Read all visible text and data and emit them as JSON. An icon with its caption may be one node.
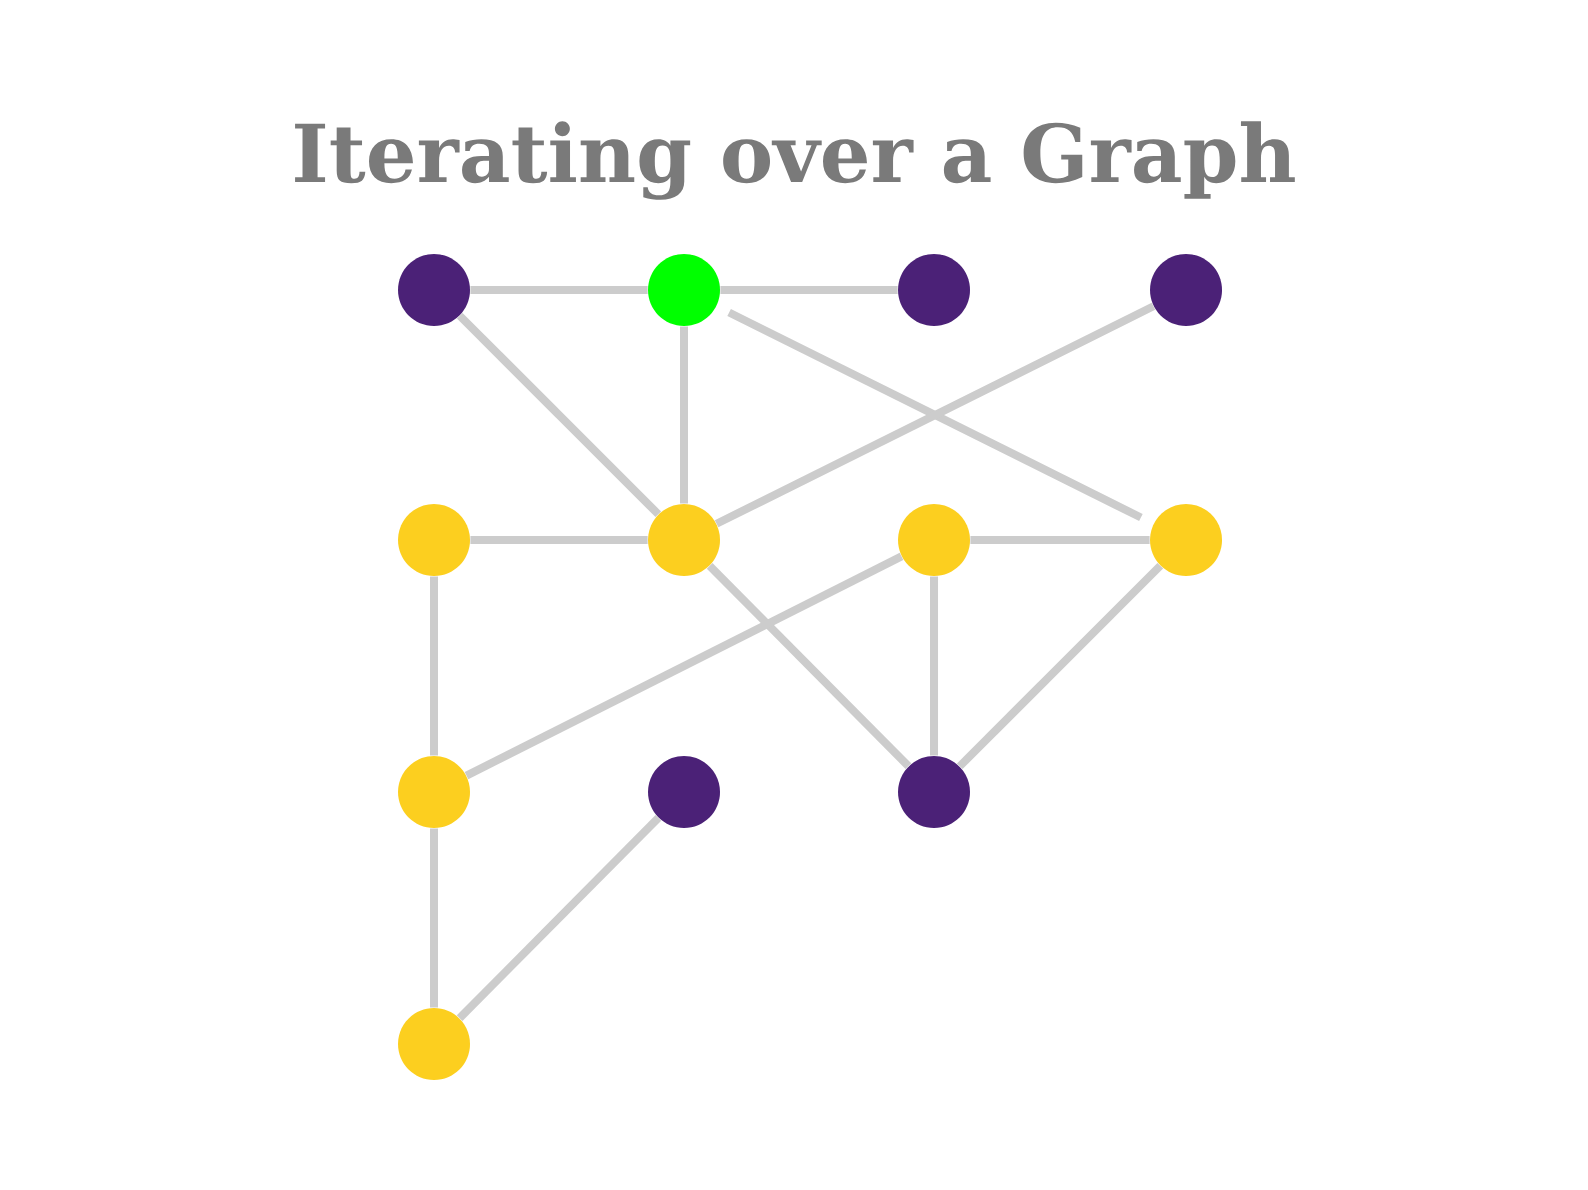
{
  "diagram": {
    "title": "Iterating over a Graph",
    "nodes": [
      {
        "text": [],
        "shape": "circle"
      },
      {
        "text": [],
        "shape": "circle"
      },
      {
        "text": [],
        "shape": "circle"
      },
      {
        "text": [],
        "shape": "circle"
      },
      {
        "text": [],
        "shape": "circle"
      },
      {
        "text": [],
        "shape": "circle"
      },
      {
        "text": [],
        "shape": "circle"
      },
      {
        "text": [],
        "shape": "circle"
      },
      {
        "text": [],
        "shape": "circle"
      },
      {
        "text": [],
        "shape": "circle"
      },
      {
        "text": [],
        "shape": "circle"
      },
      {
        "text": [],
        "shape": "circle"
      }
    ],
    "edges": [
      {
        "from": 0,
        "to": 1,
        "arrow": "none"
      },
      {
        "from": 1,
        "to": 2,
        "arrow": "none"
      },
      {
        "from": 0,
        "to": 5,
        "arrow": "none"
      },
      {
        "from": 1,
        "to": 5,
        "arrow": "none"
      },
      {
        "from": 1,
        "to": 7,
        "arrow": "none"
      },
      {
        "from": 3,
        "to": 5,
        "arrow": "none"
      },
      {
        "from": 4,
        "to": 5,
        "arrow": "none"
      },
      {
        "from": 5,
        "to": 10,
        "arrow": "none"
      },
      {
        "from": 6,
        "to": 7,
        "arrow": "none"
      },
      {
        "from": 6,
        "to": 10,
        "arrow": "none"
      },
      {
        "from": 7,
        "to": 10,
        "arrow": "none"
      },
      {
        "from": 4,
        "to": 8,
        "arrow": "none"
      },
      {
        "from": 8,
        "to": 6,
        "arrow": "none"
      },
      {
        "from": 8,
        "to": 11,
        "arrow": "none"
      },
      {
        "from": 11,
        "to": 9,
        "arrow": "none"
      }
    ]
  }
}
